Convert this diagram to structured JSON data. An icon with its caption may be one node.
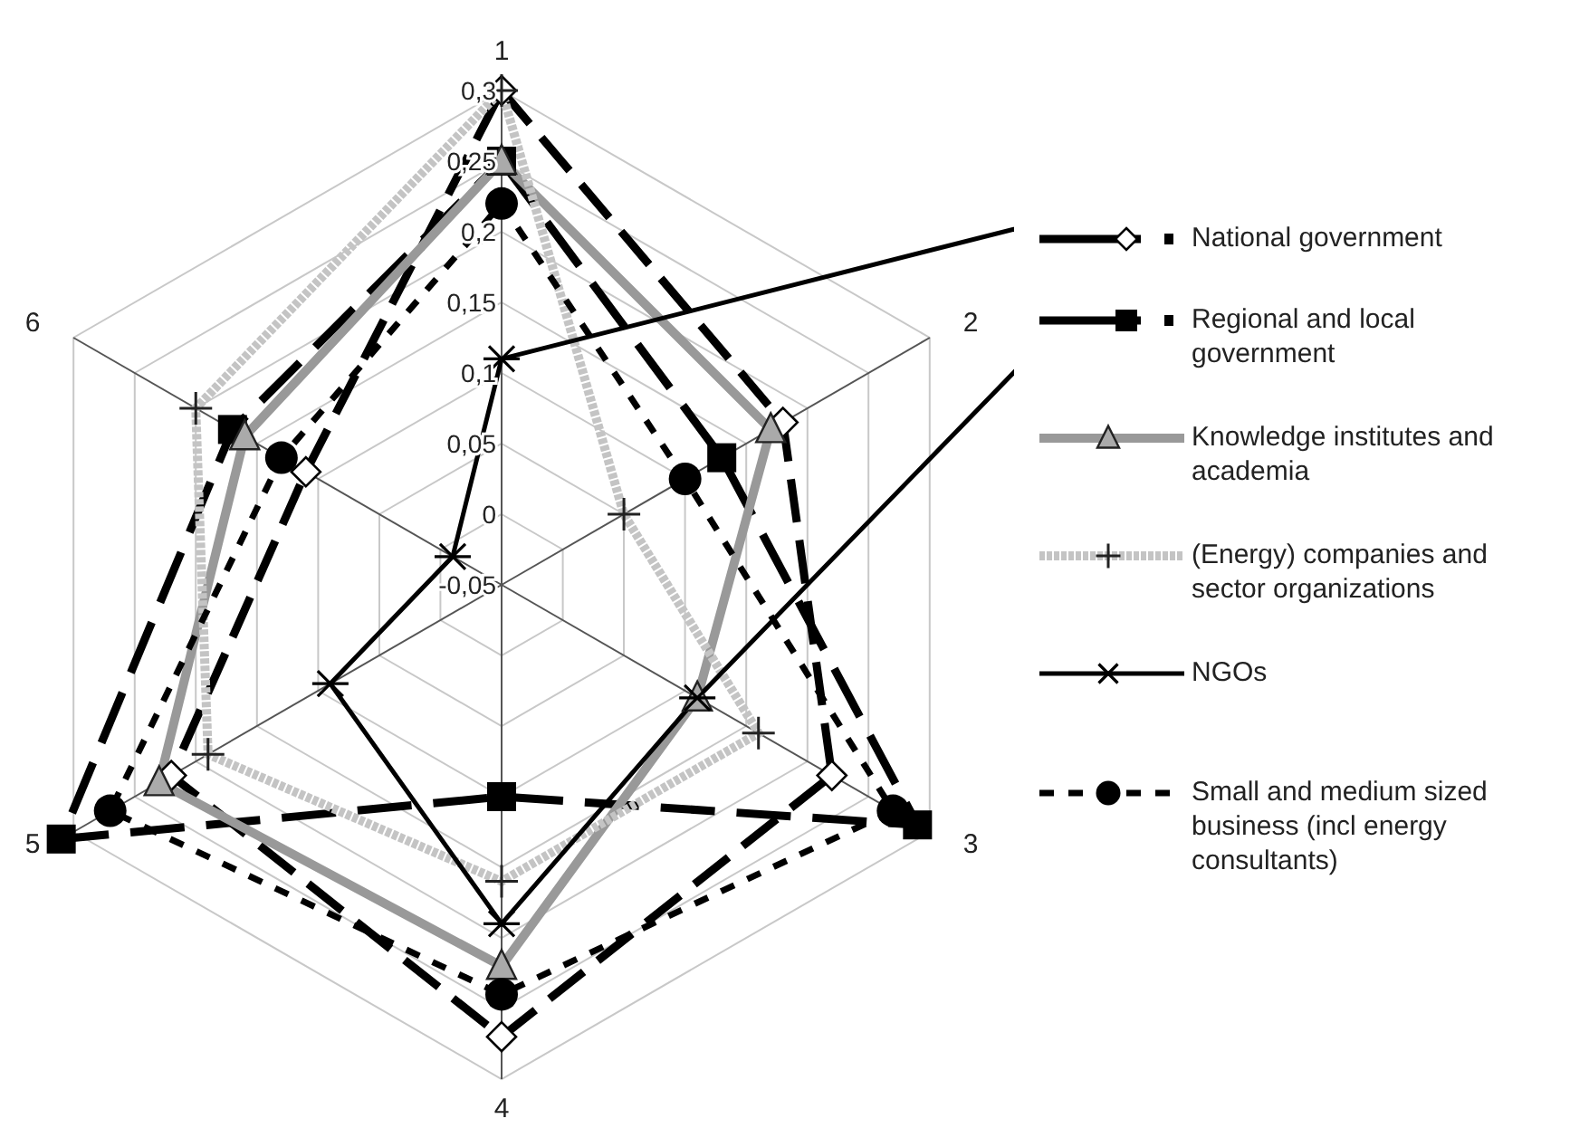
{
  "diagram": {
    "labels": [
      "1",
      "0,3",
      "0,25",
      "0,2",
      "0,15",
      "0,1",
      "0,05",
      "0",
      "-0,05",
      "6",
      "2",
      "5",
      "3",
      "4"
    ],
    "legend": [
      {
        "text": "National government"
      },
      {
        "text": "Regional and local government"
      },
      {
        "text": "Knowledge institutes and academia"
      },
      {
        "text": "(Energy) companies and sector organizations"
      },
      {
        "text": "NGOs"
      },
      {
        "text": "Small and medium sized business (incl energy consultants)"
      }
    ]
  }
}
